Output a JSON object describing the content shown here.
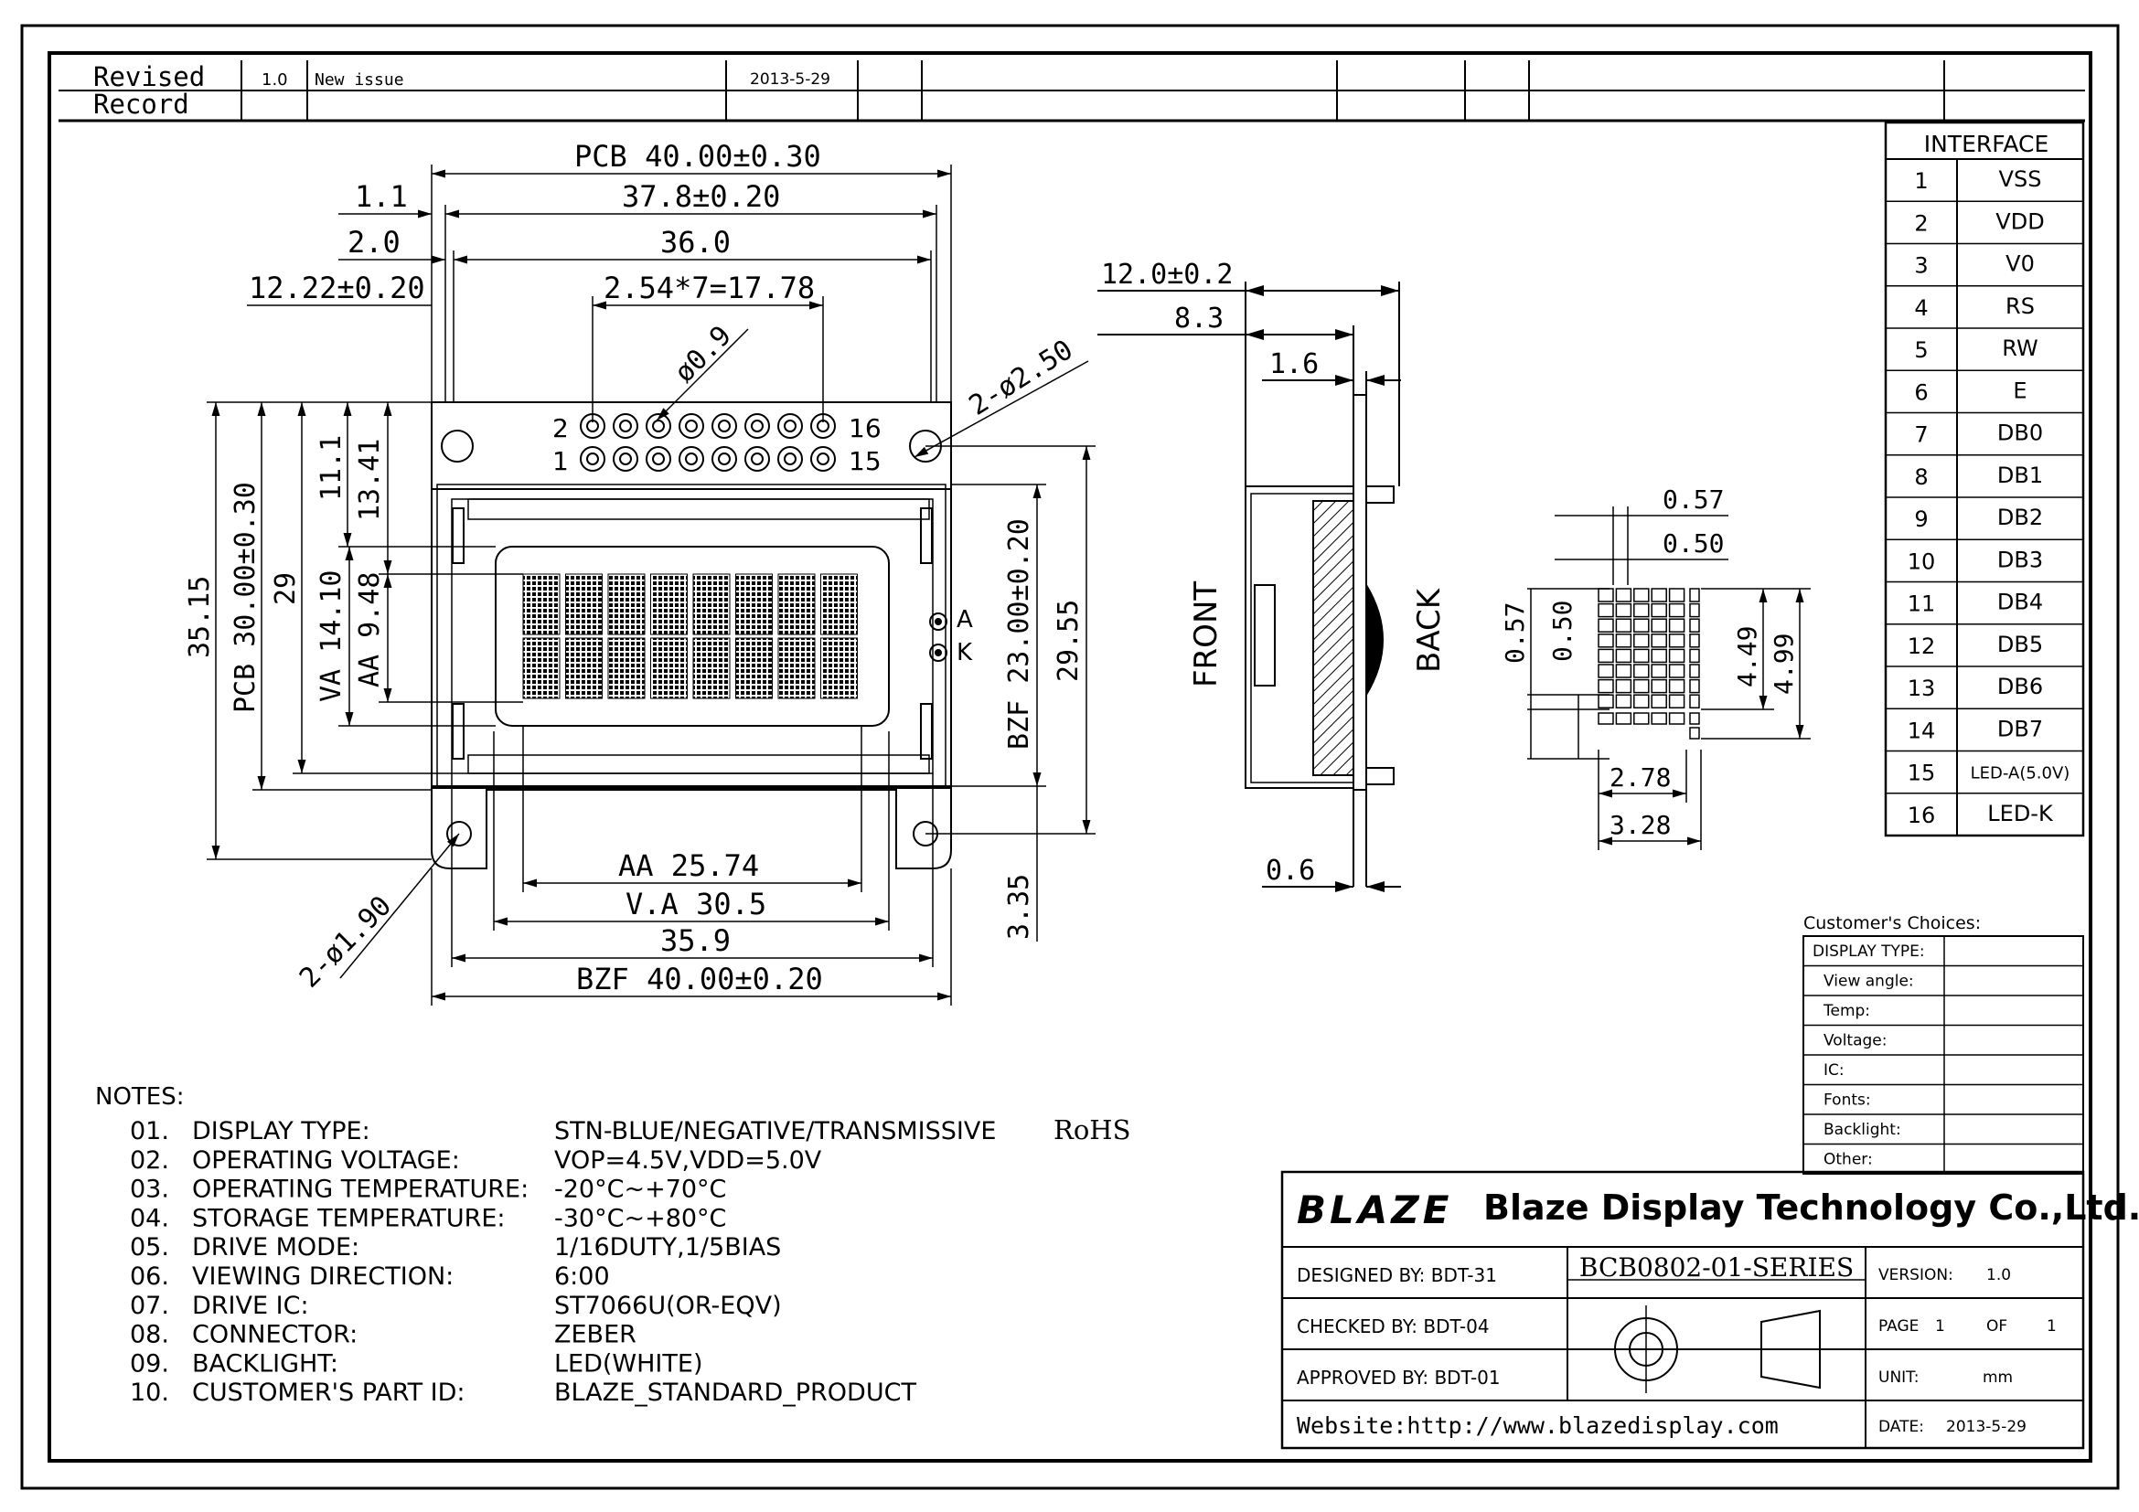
{
  "revision": {
    "label_line1": "Revised",
    "label_line2": "Record",
    "version": "1.0",
    "description": "New issue",
    "date": "2013-5-29"
  },
  "front_view": {
    "dims": {
      "pcb_width": "PCB 40.00±0.30",
      "width_37_8": "37.8±0.20",
      "width_36": "36.0",
      "offset_1_1": "1.1",
      "offset_2_0": "2.0",
      "offset_12_22": "12.22±0.20",
      "pin_pitch": "2.54*7=17.78",
      "pin_dia": "ø0.9",
      "hole_top": "2-ø2.50",
      "hole_bottom": "2-ø1.90",
      "h_35_15": "35.15",
      "pcb_height": "PCB 30.00±0.30",
      "h_29": "29",
      "h_11_1": "11.1",
      "h_13_41": "13.41",
      "va_height": "VA 14.10",
      "aa_height": "AA 9.48",
      "bzf_height": "BZF 23.00±0.20",
      "h_29_55": "29.55",
      "h_3_35": "3.35",
      "aa_width": "AA 25.74",
      "va_width": "V.A 30.5",
      "width_35_9": "35.9",
      "bzf_width": "BZF 40.00±0.20"
    },
    "pins": {
      "p2": "2",
      "p16": "16",
      "p1": "1",
      "p15": "15",
      "a": "A",
      "k": "K"
    }
  },
  "side_view": {
    "front_label": "FRONT",
    "back_label": "BACK",
    "dims": {
      "d12": "12.0±0.2",
      "d8_3": "8.3",
      "d1_6": "1.6",
      "d0_6": "0.6"
    }
  },
  "pixel_detail": {
    "dims": {
      "w057": "0.57",
      "w050": "0.50",
      "h057": "0.57",
      "h050": "0.50",
      "h449": "4.49",
      "h499": "4.99",
      "w278": "2.78",
      "w328": "3.28"
    }
  },
  "interface": {
    "title": "INTERFACE",
    "pins": [
      {
        "no": "1",
        "name": "VSS"
      },
      {
        "no": "2",
        "name": "VDD"
      },
      {
        "no": "3",
        "name": "V0"
      },
      {
        "no": "4",
        "name": "RS"
      },
      {
        "no": "5",
        "name": "RW"
      },
      {
        "no": "6",
        "name": "E"
      },
      {
        "no": "7",
        "name": "DB0"
      },
      {
        "no": "8",
        "name": "DB1"
      },
      {
        "no": "9",
        "name": "DB2"
      },
      {
        "no": "10",
        "name": "DB3"
      },
      {
        "no": "11",
        "name": "DB4"
      },
      {
        "no": "12",
        "name": "DB5"
      },
      {
        "no": "13",
        "name": "DB6"
      },
      {
        "no": "14",
        "name": "DB7"
      },
      {
        "no": "15",
        "name": "LED-A(5.0V)"
      },
      {
        "no": "16",
        "name": "LED-K"
      }
    ]
  },
  "customer_choices": {
    "title": "Customer's Choices:",
    "rows": [
      "DISPLAY TYPE:",
      "View angle:",
      "Temp:",
      "Voltage:",
      "IC:",
      "Fonts:",
      "Backlight:",
      "Other:"
    ]
  },
  "notes": {
    "title": "NOTES:",
    "rows": [
      {
        "no": "01.",
        "label": "DISPLAY TYPE:",
        "value": "STN-BLUE/NEGATIVE/TRANSMISSIVE",
        "extra": "RoHS"
      },
      {
        "no": "02.",
        "label": "OPERATING VOLTAGE:",
        "value": "VOP=4.5V,VDD=5.0V"
      },
      {
        "no": "03.",
        "label": "OPERATING TEMPERATURE:",
        "value": "-20°C~+70°C"
      },
      {
        "no": "04.",
        "label": "STORAGE TEMPERATURE:",
        "value": "-30°C~+80°C"
      },
      {
        "no": "05.",
        "label": "DRIVE MODE:",
        "value": "1/16DUTY,1/5BIAS"
      },
      {
        "no": "06.",
        "label": "VIEWING DIRECTION:",
        "value": "6:00"
      },
      {
        "no": "07.",
        "label": "DRIVE IC:",
        "value": "ST7066U(OR-EQV)"
      },
      {
        "no": "08.",
        "label": "CONNECTOR:",
        "value": "ZEBER"
      },
      {
        "no": "09.",
        "label": "BACKLIGHT:",
        "value": "LED(WHITE)"
      },
      {
        "no": "10.",
        "label": "CUSTOMER'S PART ID:",
        "value": "BLAZE_STANDARD_PRODUCT"
      }
    ]
  },
  "title_block": {
    "logo": "BLAZE",
    "company": "Blaze Display Technology Co.,Ltd.",
    "designed": "DESIGNED BY: BDT-31",
    "checked": "CHECKED BY: BDT-04",
    "approved": "APPROVED BY: BDT-01",
    "website": "Website:http://www.blazedisplay.com",
    "part_number": "BCB0802-01-SERIES",
    "version_label": "VERSION:",
    "version": "1.0",
    "page_label": "PAGE",
    "page_no": "1",
    "page_of": "OF",
    "page_total": "1",
    "unit_label": "UNIT:",
    "unit": "mm",
    "date_label": "DATE:",
    "date": "2013-5-29"
  }
}
